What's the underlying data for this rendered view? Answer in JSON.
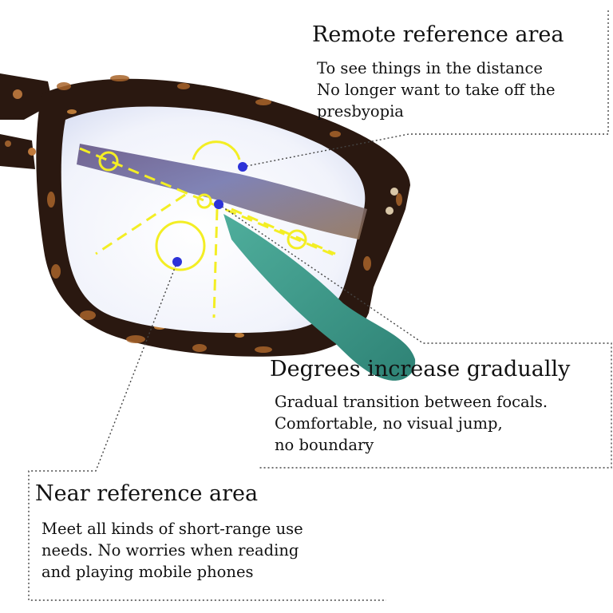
{
  "colors": {
    "frame": "#2a1810",
    "tortoise_light": "#a8642a",
    "lens_tint": "#dfe6f6",
    "temple_green": "#3c9a8c",
    "focus_marker": "#f3ee24",
    "point_marker": "#2c32d8",
    "leader_line": "#444444"
  },
  "callouts": {
    "remote": {
      "title": "Remote reference area",
      "lines": [
        "To see things in the distance",
        "No longer want to take off the",
        "presbyopia"
      ]
    },
    "gradual": {
      "title": "Degrees increase gradually",
      "lines": [
        "Gradual transition between focals.",
        "Comfortable, no visual jump,",
        "no boundary"
      ]
    },
    "near": {
      "title": "Near reference area",
      "lines": [
        "Meet all kinds of short-range use",
        "needs. No worries when reading",
        "and playing mobile phones"
      ]
    }
  }
}
